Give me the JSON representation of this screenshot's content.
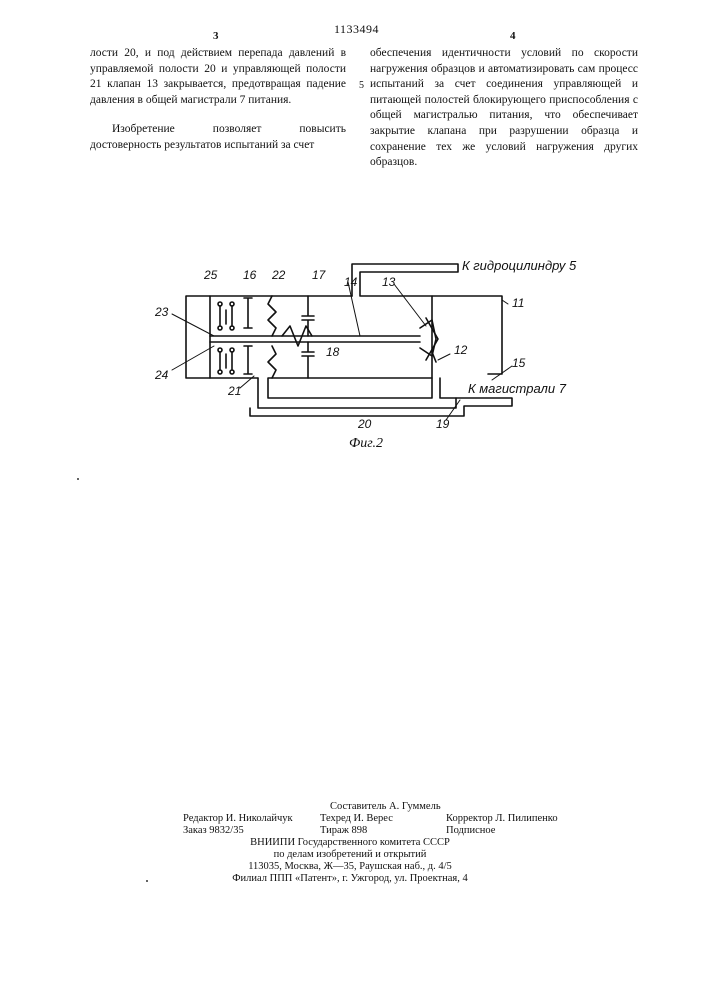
{
  "header": {
    "left_col_number": "3",
    "document_number": "1133494",
    "right_col_number": "4",
    "line_marker": "5"
  },
  "left_column": {
    "paragraph1": "лости 20, и под действием перепада давлений в управляемой полости 20 и управляющей полости 21 клапан 13 закрывается, предотвращая падение давления в общей магистрали 7 питания.",
    "paragraph2": "Изобретение позволяет повысить достоверность результатов испытаний за счет"
  },
  "right_column": {
    "paragraph1": "обеспечения идентичности условий по скорости нагружения образцов и автоматизировать сам процесс испытаний за счет соединения управляющей и питающей полостей блокирующего приспособления с общей магистралью питания, что обеспечивает закрытие клапана при разрушении образца и сохранение тех же условий нагружения других образцов."
  },
  "figure": {
    "caption": "Фиг.2",
    "label_to_cylinder": "К гидроцилиндру 5",
    "label_to_main": "К магистрали 7",
    "labels": {
      "n25": "25",
      "n16": "16",
      "n22": "22",
      "n17": "17",
      "n14": "14",
      "n13": "13",
      "n11": "11",
      "n23": "23",
      "n18": "18",
      "n12": "12",
      "n15": "15",
      "n24": "24",
      "n21": "21",
      "n20": "20",
      "n19": "19"
    }
  },
  "footer": {
    "compiler": "Составитель А. Гуммель",
    "editor": "Редактор И. Николайчук",
    "techred": "Техред И. Верес",
    "corrector": "Корректор Л. Пилипенко",
    "order": "Заказ 9832/35",
    "print_run": "Тираж 898",
    "subscription": "Подписное",
    "org_line1": "ВНИИПИ Государственного комитета СССР",
    "org_line2": "по делам изобретений и открытий",
    "address": "113035, Москва, Ж—35, Раушская наб., д. 4/5",
    "branch": "Филиал ППП «Патент», г. Ужгород, ул. Проектная, 4"
  }
}
